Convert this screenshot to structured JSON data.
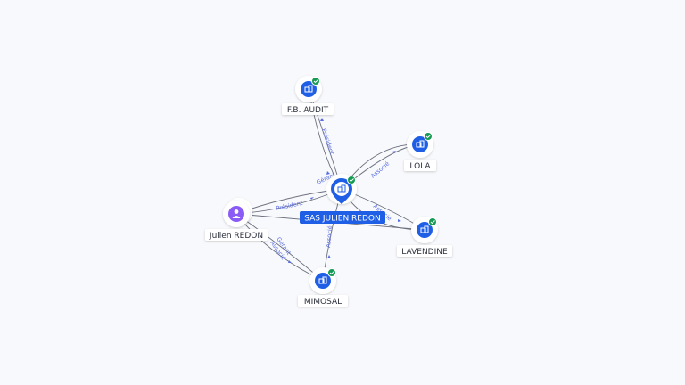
{
  "colors": {
    "company": "#1f5fe6",
    "person": "#8a5cf5",
    "check": "#149a52",
    "edge": "#6b6f7d",
    "edge_label": "#5a6ee0",
    "center_label_bg": "#1f5fe6"
  },
  "icons": {
    "company": "building-icon",
    "person": "user-icon",
    "verified": "check-circle-icon"
  },
  "nodes": {
    "fb_audit": "F.B. AUDIT",
    "lola": "LOLA",
    "sas": "SAS JULIEN REDON",
    "julien": "Julien REDON",
    "lavendine": "LAVENDINE",
    "mimosal": "MIMOSAL"
  },
  "edges": {
    "president_fb": "Président",
    "gerant_top": "Gérant",
    "associe_lola": "Associé",
    "president_julien": "Président",
    "associe_lav": "Associé",
    "associe_mim": "Associé",
    "gerant_mim": "Gérant",
    "associe_julien_mim": "Associé"
  }
}
